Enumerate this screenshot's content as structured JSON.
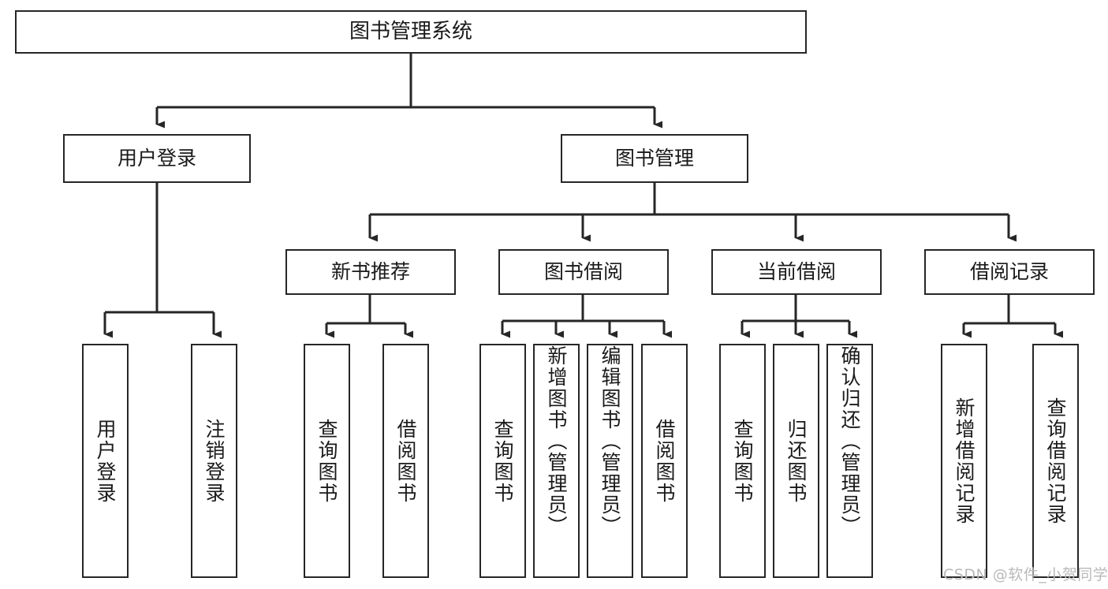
{
  "diagram": {
    "title": "图书管理系统",
    "type": "functional-structure-tree",
    "watermark": "CSDN @软件_小贺同学",
    "colors": {
      "border": "#262626",
      "background": "#ffffff",
      "text": "#1a1a1a",
      "watermark": "#b9b9b9"
    },
    "root": {
      "label": "图书管理系统"
    },
    "level2": [
      {
        "label": "用户登录"
      },
      {
        "label": "图书管理"
      }
    ],
    "level3": [
      {
        "label": "新书推荐"
      },
      {
        "label": "图书借阅"
      },
      {
        "label": "当前借阅"
      },
      {
        "label": "借阅记录"
      }
    ],
    "leaves": {
      "user_login": [
        {
          "label": "用户登录"
        },
        {
          "label": "注销登录"
        }
      ],
      "new_book_recommend": [
        {
          "label": "查询图书"
        },
        {
          "label": "借阅图书"
        }
      ],
      "book_borrow": [
        {
          "label": "查询图书"
        },
        {
          "label": "新增图书（管理员）"
        },
        {
          "label": "编辑图书（管理员）"
        },
        {
          "label": "借阅图书"
        }
      ],
      "current_borrow": [
        {
          "label": "查询图书"
        },
        {
          "label": "归还图书"
        },
        {
          "label": "确认归还（管理员）"
        }
      ],
      "borrow_record": [
        {
          "label": "新增借阅记录"
        },
        {
          "label": "查询借阅记录"
        }
      ]
    }
  }
}
